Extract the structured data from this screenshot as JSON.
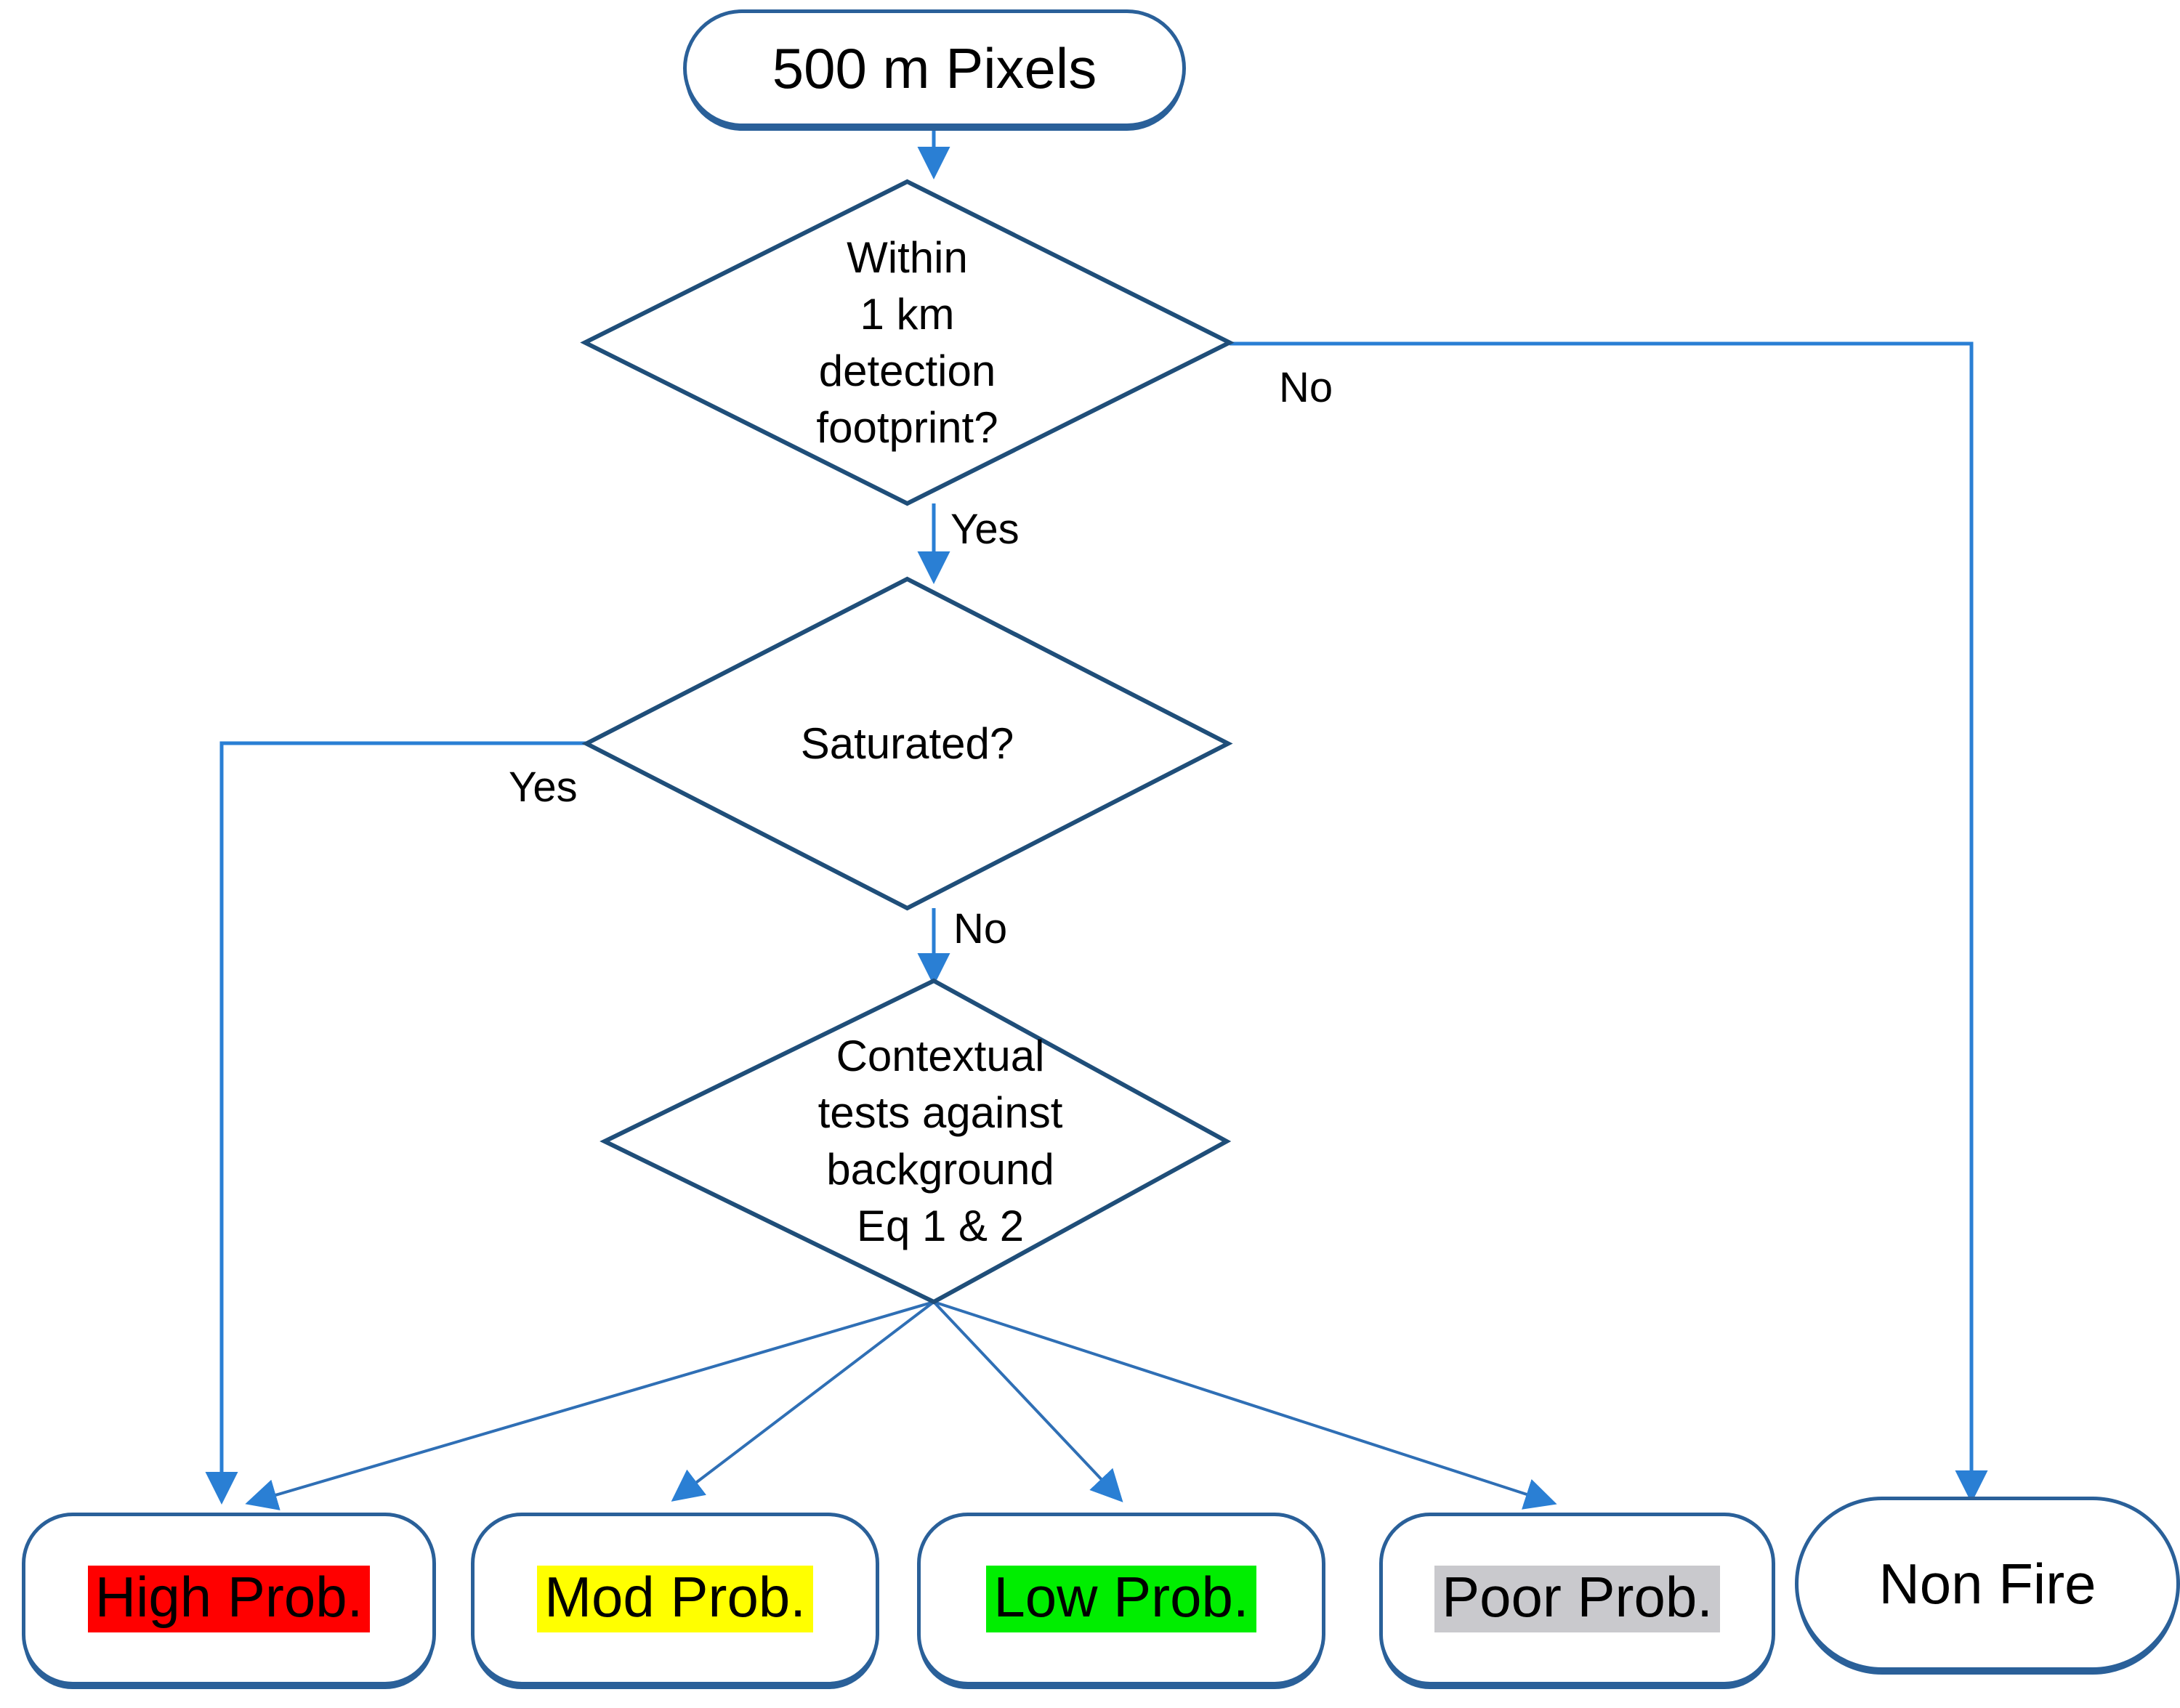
{
  "diagram": {
    "type": "flowchart",
    "title": "Fire detection decision flowchart",
    "colors": {
      "stroke": "#2a6099",
      "stroke_dark": "#1f4e79",
      "high_prob_fill": "#FF0000",
      "mod_prob_fill": "#FFFF00",
      "low_prob_fill": "#00EE00",
      "poor_prob_fill": "#C9C9CD",
      "non_fire_fill": "#FFFFFF",
      "text": "#000000",
      "background": "#FFFFFF"
    }
  },
  "nodes": {
    "start": {
      "label": "500 m Pixels",
      "shape": "terminator"
    },
    "decision1": {
      "shape": "diamond",
      "lines": [
        "Within",
        "1 km",
        "detection",
        "footprint?"
      ]
    },
    "decision2": {
      "shape": "diamond",
      "lines": [
        "Saturated?"
      ]
    },
    "decision3": {
      "shape": "diamond",
      "lines": [
        "Contextual",
        "tests against",
        "background",
        "Eq 1 & 2"
      ]
    },
    "results": [
      {
        "label": "High Prob.",
        "shape": "terminator",
        "highlight": "#FF0000"
      },
      {
        "label": "Mod Prob.",
        "shape": "terminator",
        "highlight": "#FFFF00"
      },
      {
        "label": "Low Prob.",
        "shape": "terminator",
        "highlight": "#00EE00"
      },
      {
        "label": "Poor Prob.",
        "shape": "terminator",
        "highlight": "#C9C9CD"
      },
      {
        "label": "Non Fire",
        "shape": "terminator",
        "highlight": "none"
      }
    ]
  },
  "edge_labels": {
    "d1_no": "No",
    "d1_yes": "Yes",
    "d2_yes": "Yes",
    "d2_no": "No"
  },
  "edges": [
    {
      "from": "start",
      "to": "decision1",
      "label": ""
    },
    {
      "from": "decision1",
      "to": "non-fire",
      "label": "No"
    },
    {
      "from": "decision1",
      "to": "decision2",
      "label": "Yes"
    },
    {
      "from": "decision2",
      "to": "high-prob",
      "label": "Yes"
    },
    {
      "from": "decision2",
      "to": "decision3",
      "label": "No"
    },
    {
      "from": "decision3",
      "to": "high-prob",
      "label": ""
    },
    {
      "from": "decision3",
      "to": "mod-prob",
      "label": ""
    },
    {
      "from": "decision3",
      "to": "low-prob",
      "label": ""
    },
    {
      "from": "decision3",
      "to": "poor-prob",
      "label": ""
    }
  ]
}
